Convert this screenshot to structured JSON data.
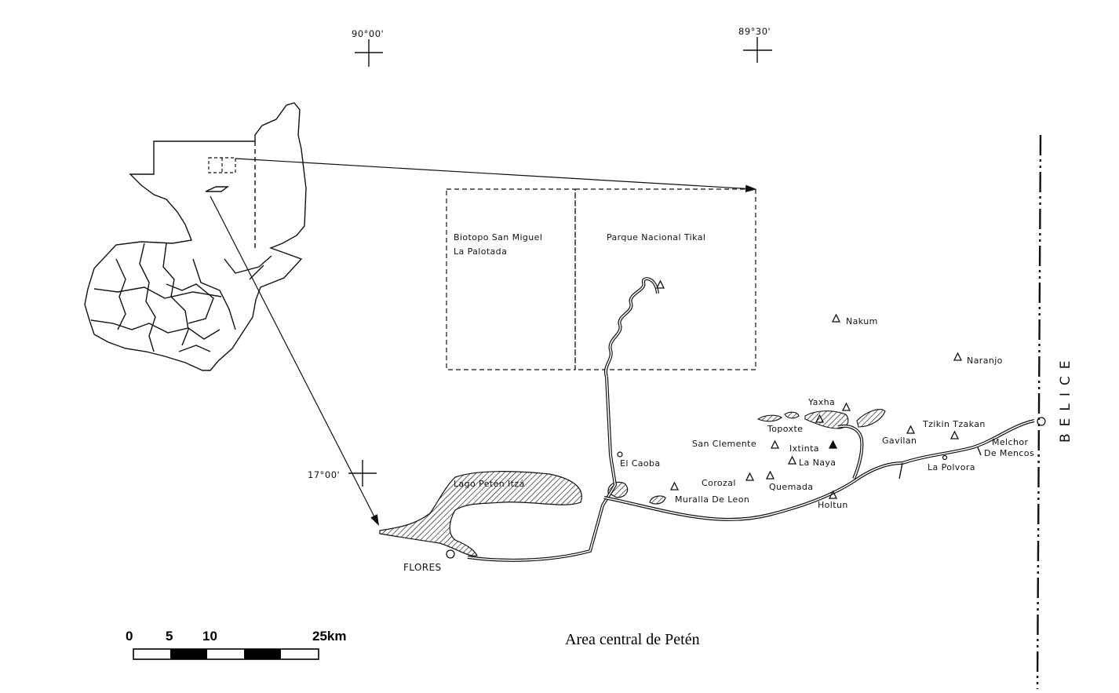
{
  "caption": "Area central de Petén",
  "coordinates": {
    "lon_90": "90°00'",
    "lon_8930": "89°30'",
    "lat_17": "17°00'"
  },
  "reserves": {
    "biotopo_line1": "Biotopo San Miguel",
    "biotopo_line2": "La Palotada",
    "tikal": "Parque Nacional Tikal"
  },
  "lake": "Lago Petén Itzá",
  "belice": "BELICE",
  "places": {
    "nakum": "Nakum",
    "naranjo": "Naranjo",
    "yaxha": "Yaxha",
    "topoxte": "Topoxte",
    "san_clemente": "San Clemente",
    "ixtinta": "Ixtinta",
    "la_naya": "La Naya",
    "gavilan": "Gavilan",
    "tzikin_tzakan": "Tzikin Tzakan",
    "melchor_1": "Melchor",
    "melchor_2": "De Mencos",
    "la_polvora": "La Polvora",
    "el_caoba": "El Caoba",
    "corozal": "Corozal",
    "quemada": "Quemada",
    "muralla": "Muralla De Leon",
    "holtun": "Holtun",
    "flores": "FLORES"
  },
  "scale": {
    "t0": "0",
    "t5": "5",
    "t10": "10",
    "t25": "25km"
  }
}
